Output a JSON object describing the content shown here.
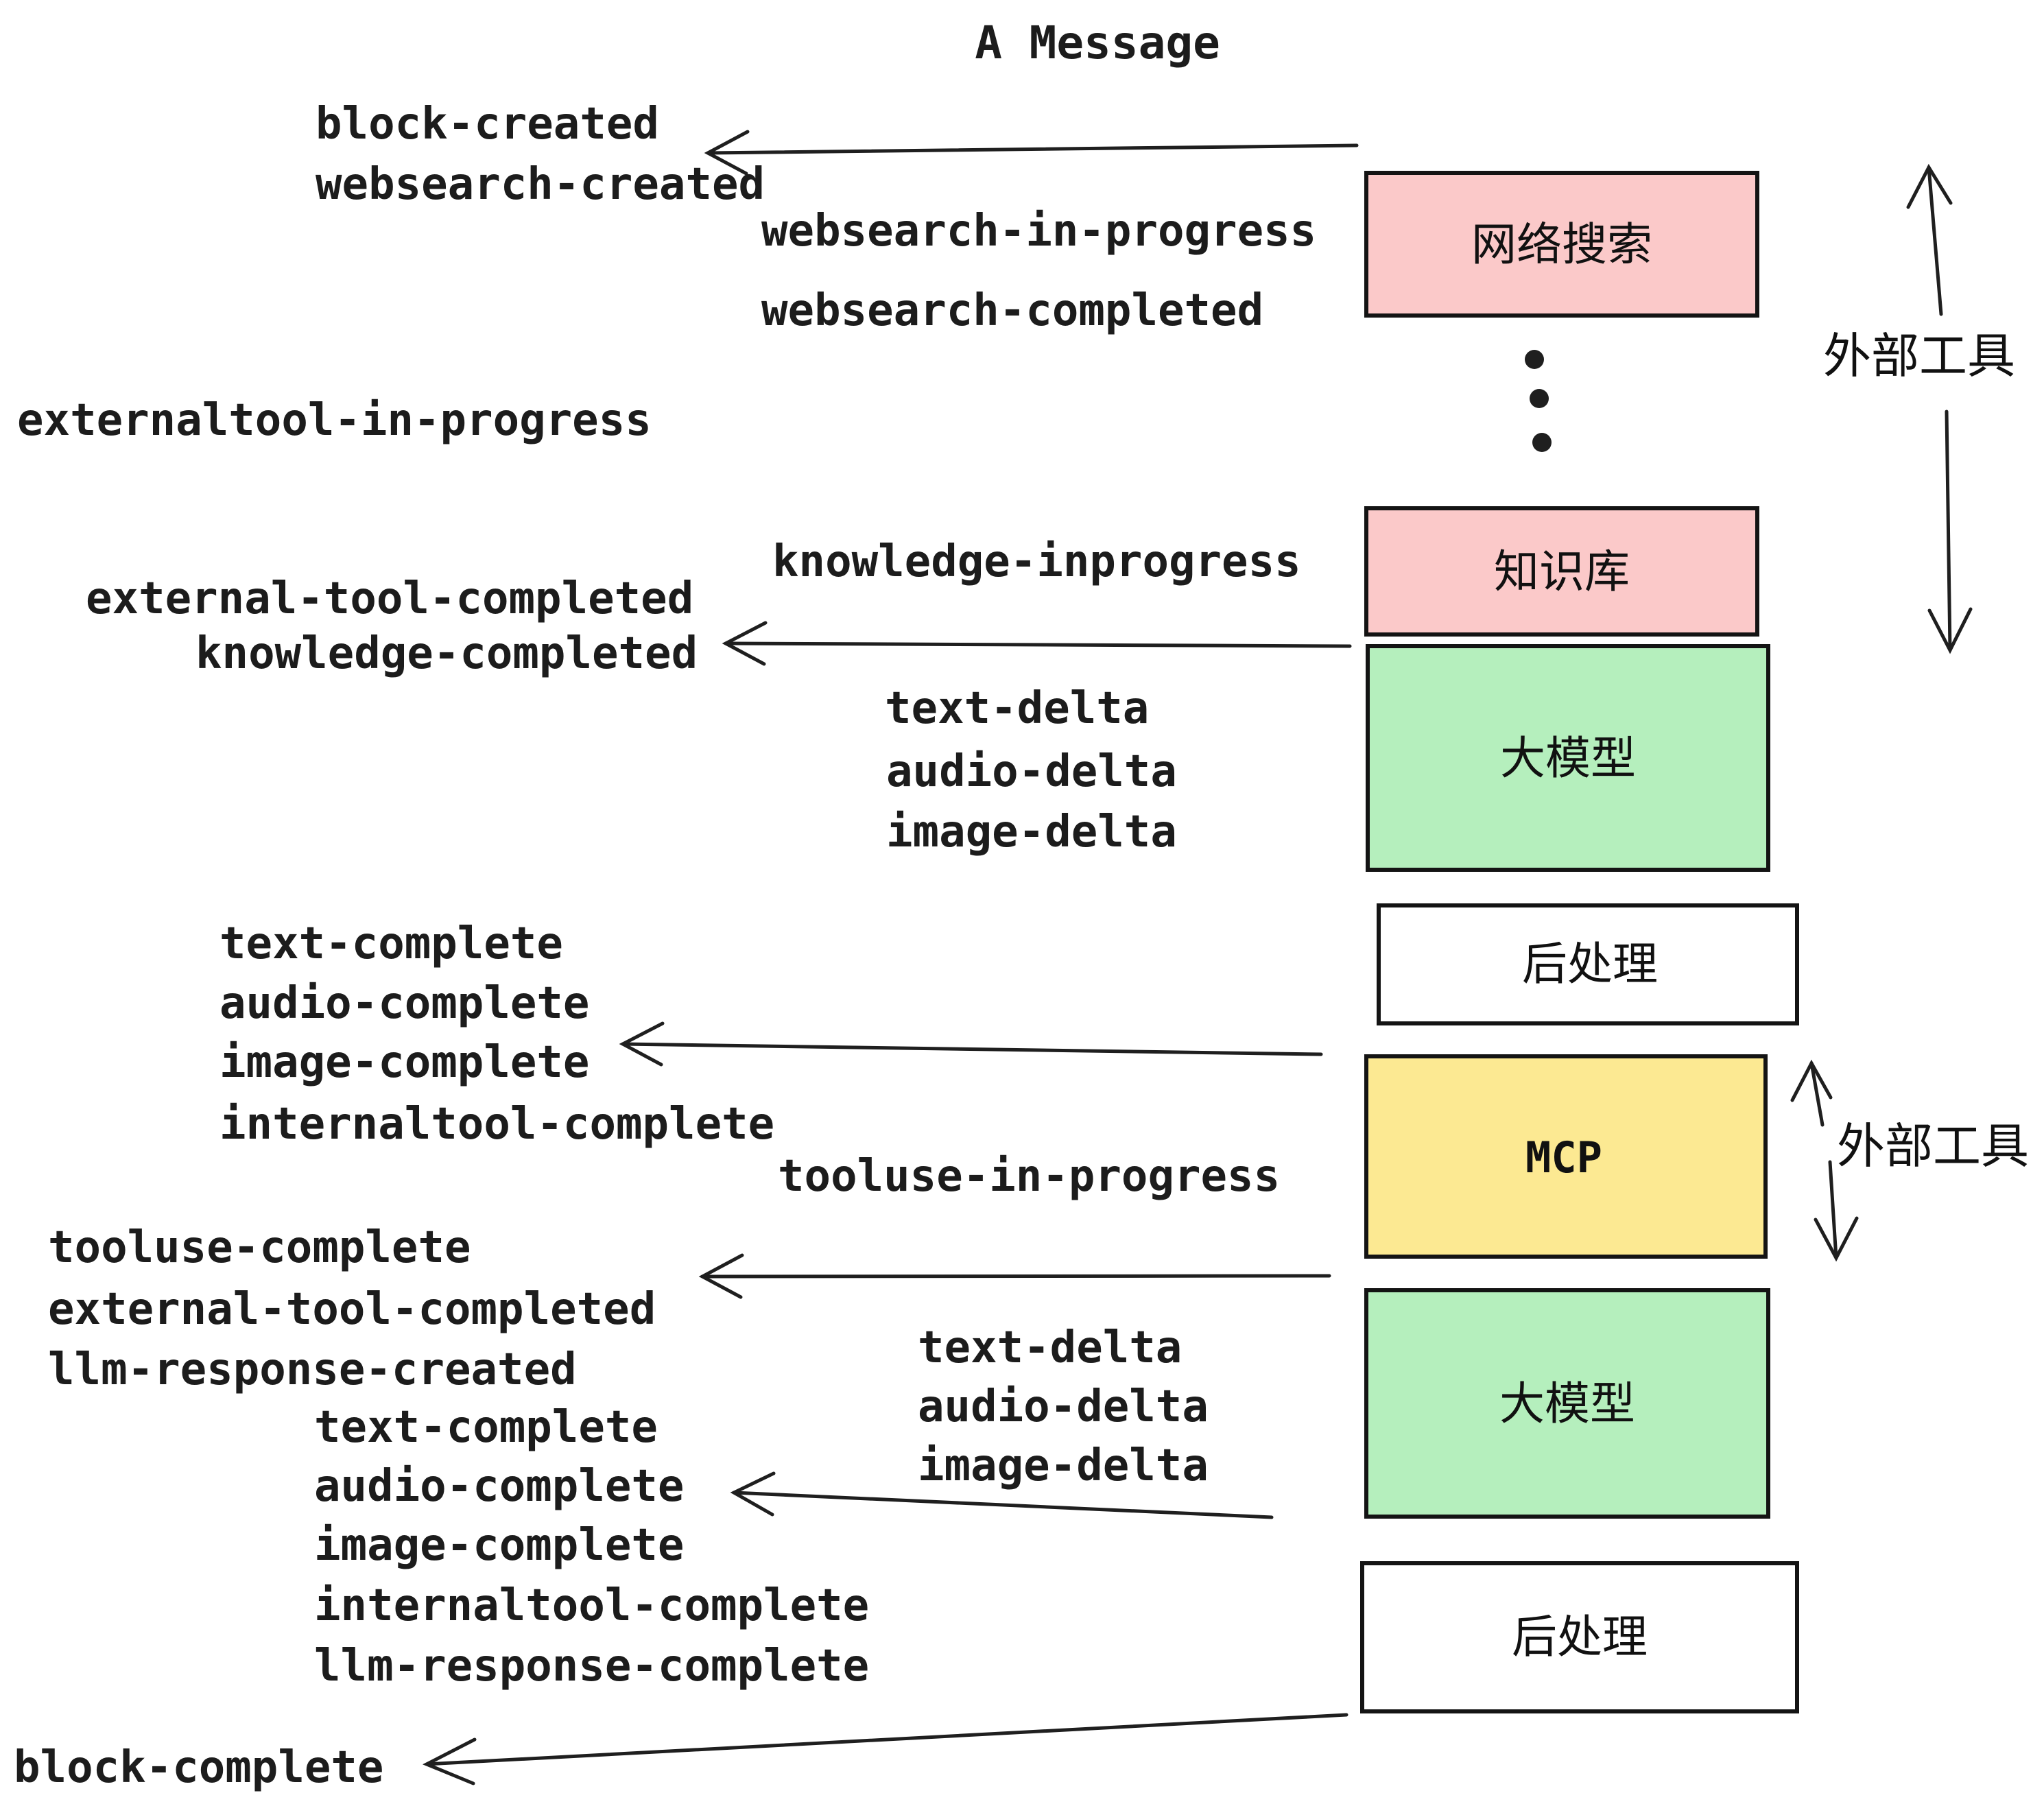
{
  "palette": {
    "box_pink": "#fbc9c9",
    "box_green": "#b5efbd",
    "box_yellow": "#fce992",
    "box_white": "#ffffff",
    "stroke": "#1f1f1f"
  },
  "diagram": {
    "title": "A Message",
    "boxes": {
      "websearch": "网络搜索",
      "knowledge": "知识库",
      "llm_1": "大模型",
      "post_1": "后处理",
      "mcp": "MCP",
      "llm_2": "大模型",
      "post_2": "后处理"
    },
    "side_labels": {
      "external_tools_top": "外部工具",
      "external_tools_mid": "外部工具"
    },
    "events": {
      "block_created": "block-created",
      "websearch_created": "websearch-created",
      "websearch_in_progress": "websearch-in-progress",
      "websearch_completed": "websearch-completed",
      "externaltool_in_progress": "externaltool-in-progress",
      "knowledge_inprogress": "knowledge-inprogress",
      "external_tool_completed_1": "external-tool-completed",
      "knowledge_completed": "knowledge-completed",
      "text_delta_1": "text-delta",
      "audio_delta_1": "audio-delta",
      "image_delta_1": "image-delta",
      "text_complete_1": "text-complete",
      "audio_complete_1": "audio-complete",
      "image_complete_1": "image-complete",
      "internaltool_complete_1": "internaltool-complete",
      "tooluse_in_progress": "tooluse-in-progress",
      "tooluse_complete": "tooluse-complete",
      "external_tool_completed_2": "external-tool-completed",
      "llm_response_created": "llm-response-created",
      "text_delta_2": "text-delta",
      "audio_delta_2": "audio-delta",
      "image_delta_2": "image-delta",
      "text_complete_2": "text-complete",
      "audio_complete_2": "audio-complete",
      "image_complete_2": "image-complete",
      "internaltool_complete_2": "internaltool-complete",
      "llm_response_complete": "llm-response-complete",
      "block_complete": "block-complete"
    }
  }
}
